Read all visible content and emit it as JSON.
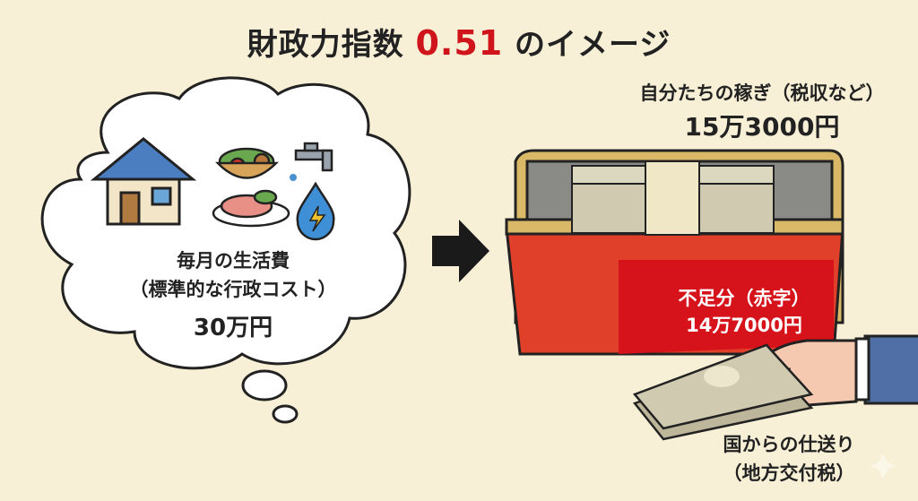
{
  "title": {
    "prefix": "財政力指数 ",
    "ratio": "0.51",
    "suffix": " のイメージ"
  },
  "cost": {
    "label_line1": "毎月の生活費",
    "label_line2": "（標準的な行政コスト）",
    "value": "30万円"
  },
  "income": {
    "label": "自分たちの稼ぎ（税収など）",
    "value": "15万3000円"
  },
  "deficit": {
    "label": "不足分（赤字）",
    "value": "14万7000円"
  },
  "grant": {
    "line1": "国からの仕送り",
    "line2": "（地方交付税）"
  },
  "colors": {
    "accent_red": "#d0141b",
    "background": "#f8f0d6",
    "box_red": "#e0402a",
    "box_gold": "#d9b968"
  }
}
